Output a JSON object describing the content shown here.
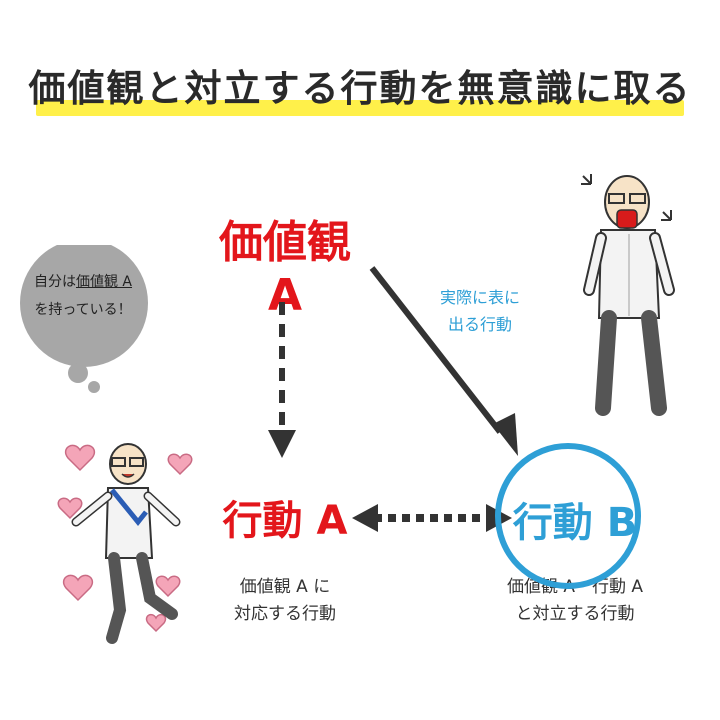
{
  "title": "価値観と対立する行動を無意識に取る",
  "nodes": {
    "value_a": "価値観 A",
    "action_a": "行動 A",
    "action_b": "行動 B"
  },
  "captions": {
    "action_a_line1": "価値観 A に",
    "action_a_line2": "対応する行動",
    "action_b_line1": "価値観 A・行動 A",
    "action_b_line2": "と対立する行動"
  },
  "edge_label": {
    "line1": "実際に表に",
    "line2": "出る行動"
  },
  "thought": {
    "line1_pre": "自分は",
    "line1_underlined": "価値観 A",
    "line2": "を持っている！"
  },
  "colors": {
    "title_highlight": "#fff04a",
    "value_red": "#e3161b",
    "action_b_blue": "#2e9fd6",
    "label_blue": "#2e9fd6",
    "arrow_dark": "#333333",
    "thought_gray": "#a7a7a7"
  }
}
